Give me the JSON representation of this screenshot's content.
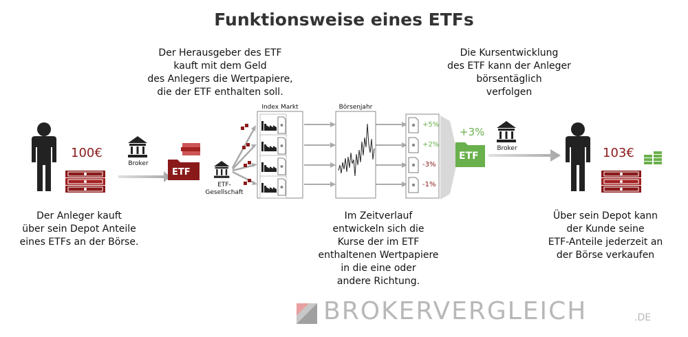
{
  "title": "Funktionsweise eines ETFs",
  "top_left_text": [
    "Der Herausgeber des ETF",
    "kauft mit dem Geld",
    "des Anlegers die Wertpapiere,",
    "die der ETF enthalten soll."
  ],
  "top_right_text": [
    "Die Kursentwicklung",
    "des ETF kann der Anleger",
    "börsentäglich",
    "verfolgen"
  ],
  "left_amount": "100€",
  "right_amount": "103€",
  "broker_label_1": "Broker",
  "broker_label_2": "Broker",
  "etf_box_label_1": "ETF",
  "etf_box_label_2": "ETF",
  "etf_company_label": [
    "ETF-",
    "Gesellschaft"
  ],
  "index_label": "Index Markt",
  "year_label": "Börsenjahr",
  "changes": [
    "+5%",
    "+2%",
    "-3%",
    "-1%"
  ],
  "etf_gain": "+3%",
  "bottom_left_text": [
    "Der Anleger kauft",
    "über sein Depot Anteile",
    "eines ETFs an der Börse."
  ],
  "bottom_middle_text": [
    "Im Zeitverlauf",
    "entwickeln sich die",
    "Kurse der im ETF",
    "enthaltenen Wertpapiere",
    "in die eine oder",
    "andere Richtung."
  ],
  "bottom_right_text": [
    "Über sein Depot kann",
    "der Kunde seine",
    "ETF-Anteile jederzeit an",
    "der Börse verkaufen"
  ],
  "logo": {
    "main": "BROKERVERGLEICH",
    "suffix": ".DE"
  },
  "colors": {
    "dark_red": "#8a1a1a",
    "green": "#6ab04c",
    "gray": "#b0b0b0",
    "text": "#111111"
  }
}
